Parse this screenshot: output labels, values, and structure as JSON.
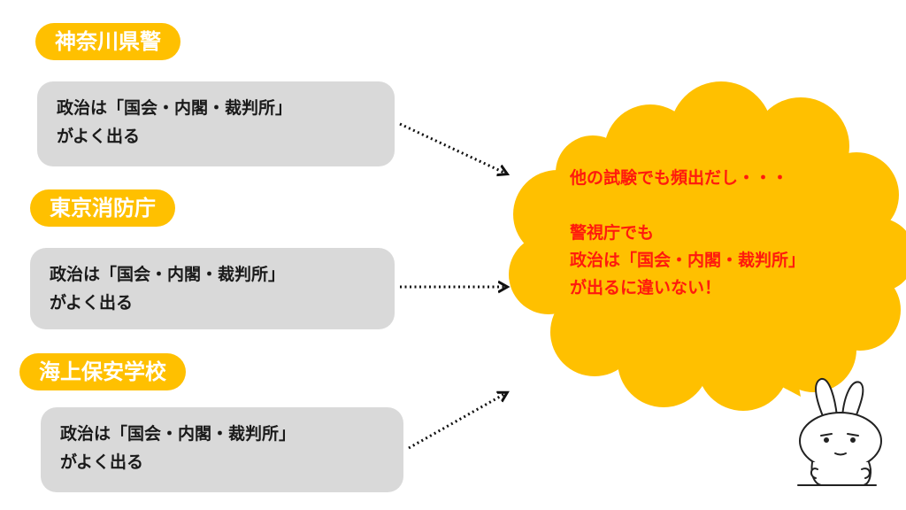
{
  "sources": [
    {
      "label": "神奈川県警",
      "text_line1": "政治は「国会・内閣・裁判所」",
      "text_line2": "がよく出る"
    },
    {
      "label": "東京消防庁",
      "text_line1": "政治は「国会・内閣・裁判所」",
      "text_line2": "がよく出る"
    },
    {
      "label": "海上保安学校",
      "text_line1": "政治は「国会・内閣・裁判所」",
      "text_line2": "がよく出る"
    }
  ],
  "conclusion": {
    "line1": "他の試験でも頻出だし・・・",
    "line2": "",
    "line3": "警視庁でも",
    "line4": "政治は「国会・内閣・裁判所」",
    "line5": "が出るに違いない！"
  },
  "colors": {
    "accent": "#ffc000",
    "box": "#d9d9d9",
    "conclusion_text": "#ff1a0d"
  },
  "icons": [
    "thinking-rabbit-illustration"
  ]
}
